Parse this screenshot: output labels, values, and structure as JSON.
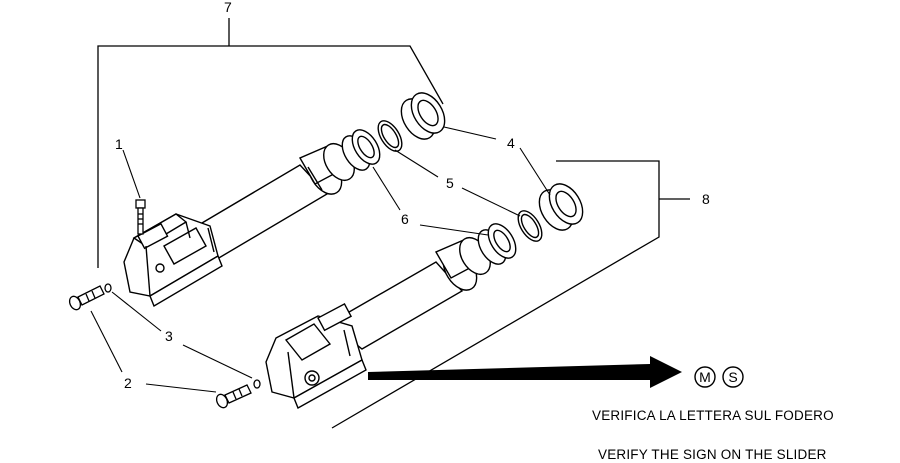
{
  "callouts": {
    "c1": "1",
    "c2": "2",
    "c3": "3",
    "c4": "4",
    "c5": "5",
    "c6": "6",
    "c7": "7",
    "c8": "8"
  },
  "marks": {
    "m": "M",
    "s": "S"
  },
  "notes": {
    "italian": "VERIFICA LA LETTERA SUL FODERO",
    "english": "VERIFY THE SIGN ON THE SLIDER"
  }
}
